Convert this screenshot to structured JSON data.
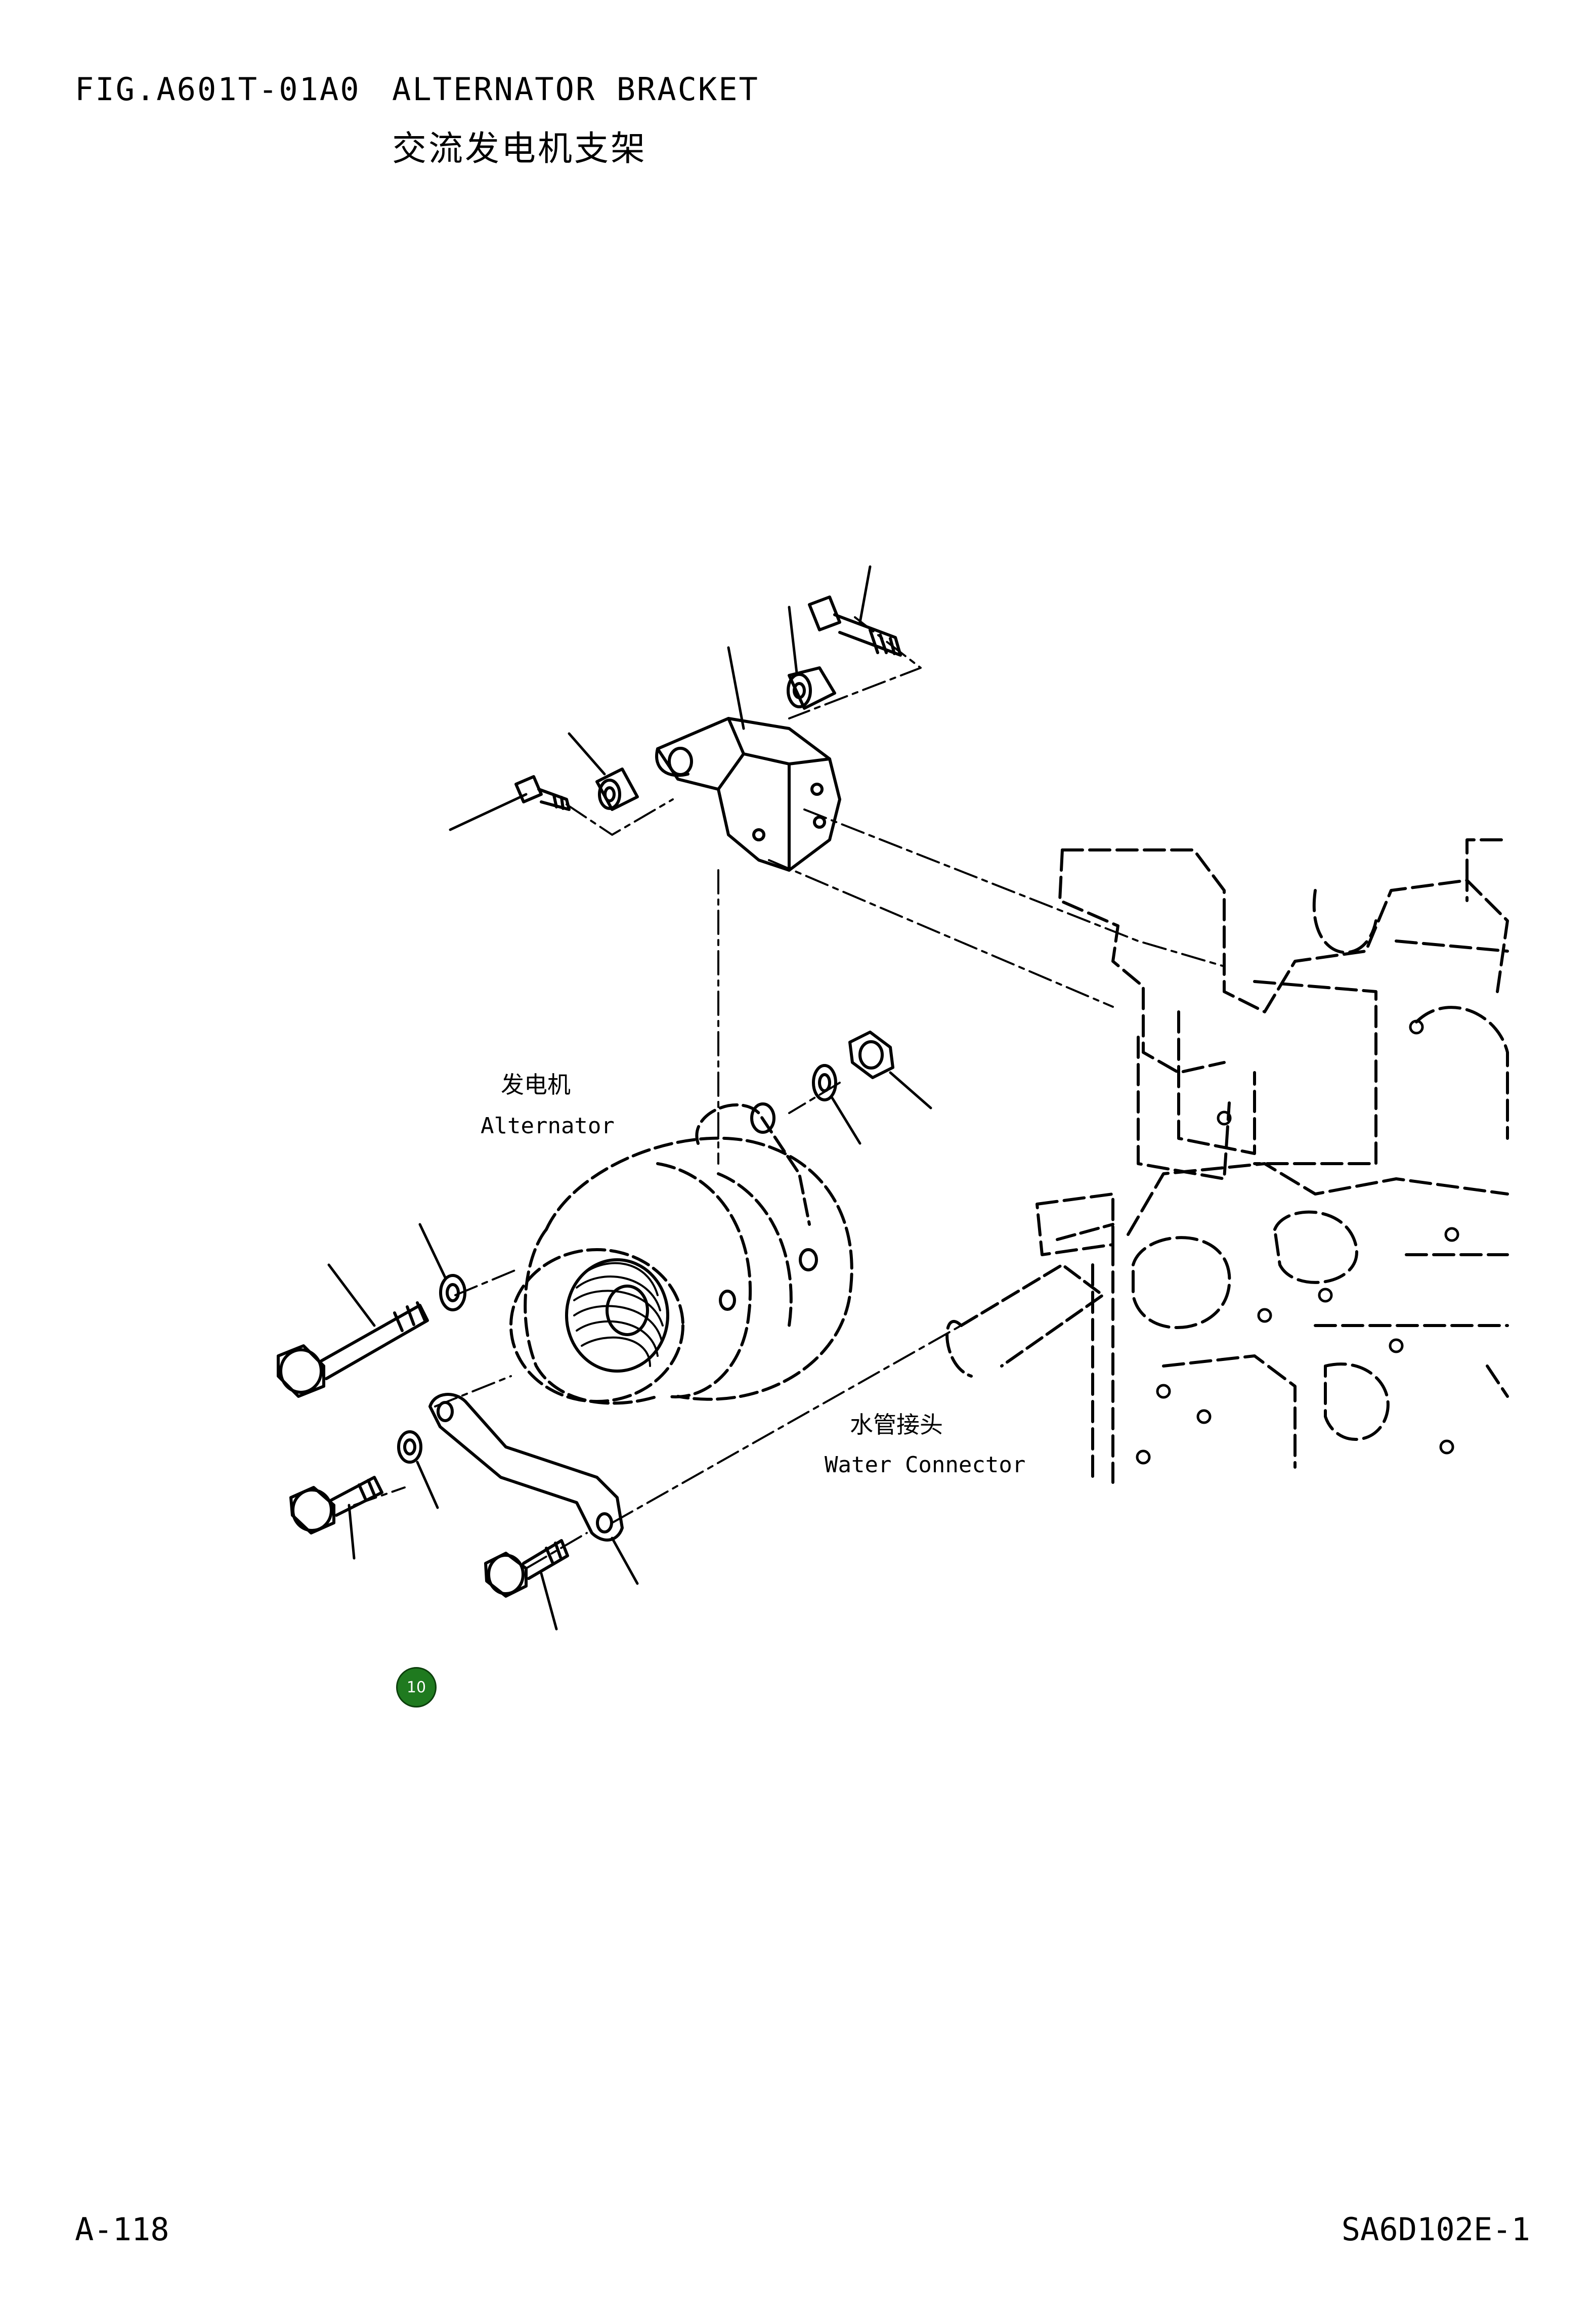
{
  "header": {
    "fig_id": "FIG.A601T-01A0",
    "title": "ALTERNATOR BRACKET",
    "subtitle": "交流发电机支架"
  },
  "labels": {
    "alternator_cn": "发电机",
    "alternator_en": "Alternator",
    "water_connector_cn": "水管接头",
    "water_connector_en": "Water Connector"
  },
  "badge": {
    "value": "10",
    "color": "#1f7a1f"
  },
  "footer": {
    "page": "A-118",
    "doc_code": "SA6D102E-1"
  }
}
